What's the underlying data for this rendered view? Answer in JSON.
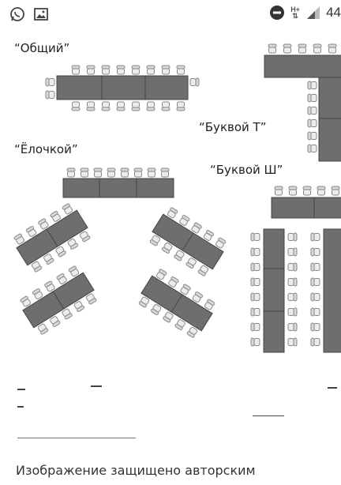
{
  "status_bar": {
    "left_icons": [
      "whatsapp-icon",
      "image-icon"
    ],
    "right_icons": [
      "do-not-disturb-icon",
      "network-type-icon",
      "signal-icon"
    ],
    "network_type_top": "H+",
    "battery_text": "44"
  },
  "layouts": {
    "general": "“Общий”",
    "t_shape": "“Буквой Т”",
    "herringbone": "“Ёлочкой”",
    "sh_shape": "“Буквой Ш”"
  },
  "caption": {
    "bottom_line": "Изображение защищено авторским"
  },
  "colors": {
    "table": "#6e6e6e",
    "chair": "#d8d8d8",
    "chair_stroke": "#888888"
  }
}
